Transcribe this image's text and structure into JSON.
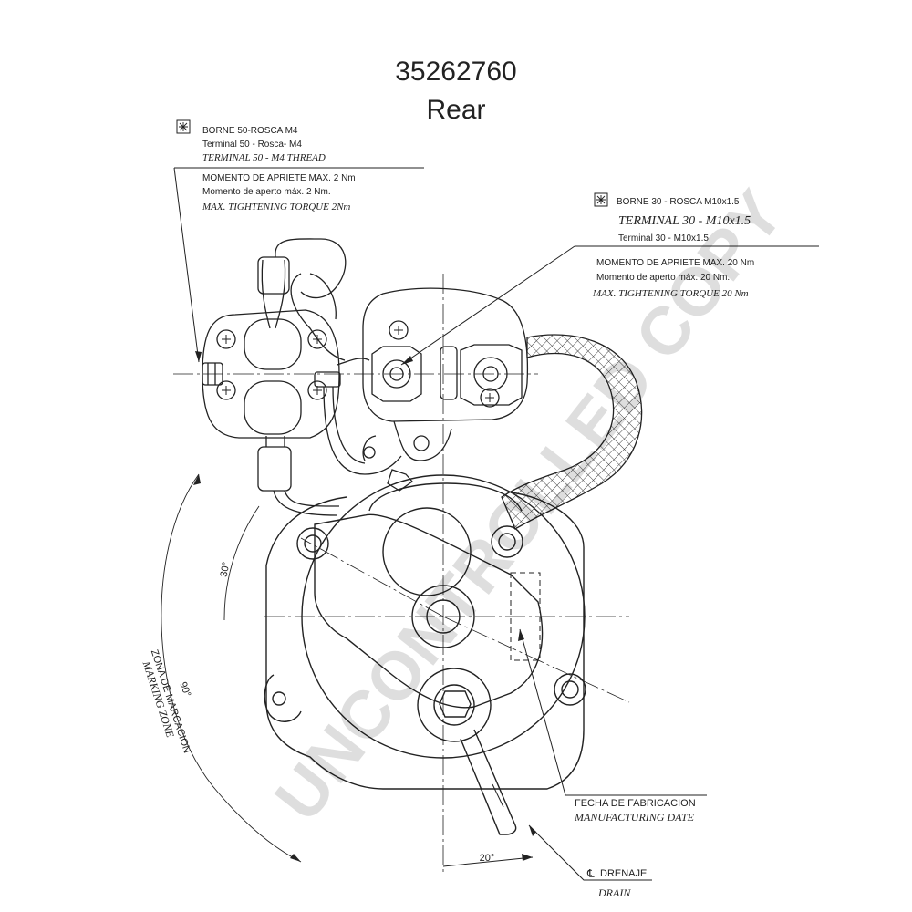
{
  "header": {
    "part_number": "35262760",
    "view": "Rear"
  },
  "terminal50": {
    "line1": "BORNE 50-ROSCA M4",
    "line2": "Terminal 50 - Rosca- M4",
    "line3": "TERMINAL 50  -  M4 THREAD",
    "torque1": "MOMENTO DE APRIETE MAX. 2 Nm",
    "torque2": "Momento de aperto máx. 2 Nm.",
    "torque3": "MAX. TIGHTENING TORQUE 2Nm"
  },
  "terminal30": {
    "line1": "BORNE 30 - ROSCA M10x1.5",
    "line2": "TERMINAL 30  -  M10x1.5",
    "line3": "Terminal 30 - M10x1.5",
    "torque1": "MOMENTO DE APRIETE MAX. 20 Nm",
    "torque2": "Momento de aperto máx. 20 Nm.",
    "torque3": "MAX. TIGHTENING TORQUE 20 Nm"
  },
  "dimensions": {
    "angle30": "30°",
    "angle90": "90°",
    "angle20": "20°"
  },
  "marking_zone": {
    "es": "ZONA DE MARCACION",
    "en": "MARKING ZONE"
  },
  "manufacturing_date": {
    "es": "FECHA DE FABRICACION",
    "en": "MANUFACTURING DATE"
  },
  "drain": {
    "es": "DRENAJE",
    "en": "DRAIN",
    "symbol": "℄"
  },
  "watermark": "UNCONTROLLED COPY",
  "colors": {
    "line": "#222222",
    "watermark": "#000000"
  }
}
